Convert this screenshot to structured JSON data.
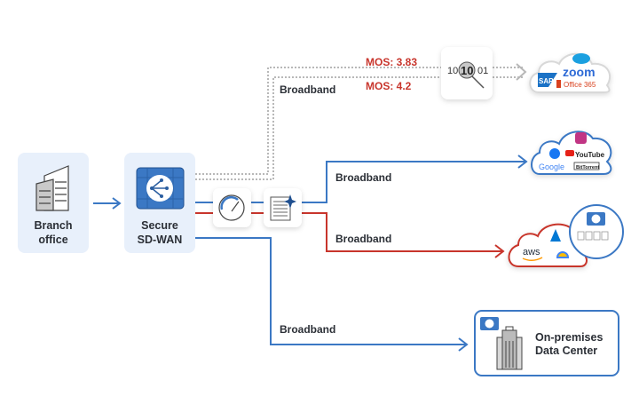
{
  "nodes": {
    "branch": {
      "line1": "Branch",
      "line2": "office",
      "icon": "office-building-icon"
    },
    "sdwan": {
      "line1": "Secure",
      "line2": "SD-WAN",
      "icon": "sdwan-router-icon"
    },
    "datacenter": {
      "line1": "On-premises",
      "line2": "Data Center",
      "icon": "skyscraper-icon"
    }
  },
  "links": {
    "broadband_label": "Broadband",
    "mos_top": "MOS: 3.83",
    "mos_bottom": "MOS: 4.2"
  },
  "inspector": {
    "text_left": "10",
    "text_center": "10",
    "text_right": "01",
    "icon": "magnifier-icon"
  },
  "clouds": {
    "saas": {
      "logos": [
        "salesforce",
        "SAP",
        "zoom",
        "Office 365"
      ]
    },
    "internet": {
      "logos": [
        "Instagram",
        "Facebook",
        "YouTube",
        "Google",
        "BitTorrent"
      ]
    },
    "iaas": {
      "logos": [
        "aws",
        "Azure",
        "Google Cloud"
      ]
    }
  },
  "colors": {
    "blue": "#3b78c4",
    "red": "#c8352c",
    "grey": "#b8b8b8",
    "node_bg": "#e8f0fb"
  }
}
